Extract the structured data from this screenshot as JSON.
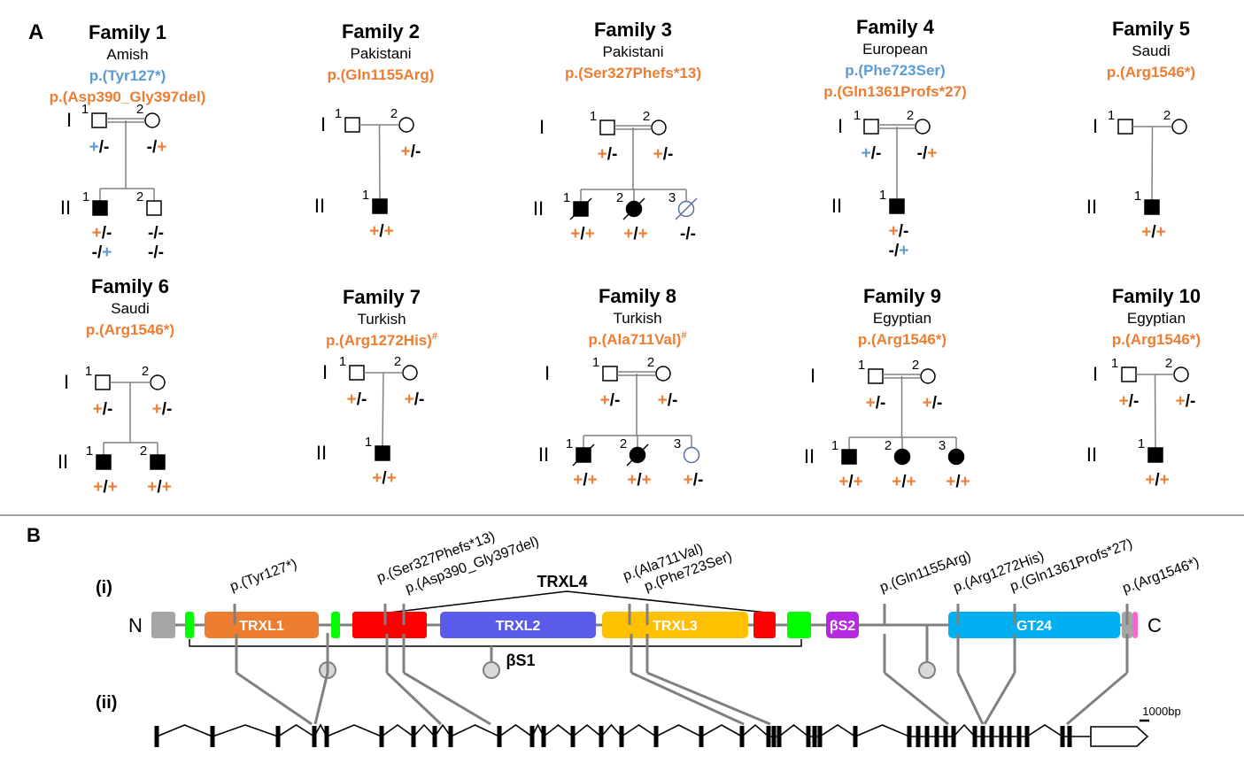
{
  "panel_a": {
    "label": "A",
    "generation_labels": [
      "I",
      "II"
    ],
    "families": [
      {
        "title": "Family 1",
        "origin": "Amish",
        "variants": [
          {
            "text": "p.(Tyr127*)",
            "color": "blue"
          },
          {
            "text": "p.(Asp390_Gly397del)",
            "color": "orange"
          }
        ],
        "parents": [
          {
            "num": "1",
            "geno": [
              [
                "+",
                "blue"
              ],
              [
                "/-",
                "black"
              ]
            ]
          },
          {
            "num": "2",
            "geno": [
              [
                "-/",
                "black"
              ],
              [
                "+",
                "orange"
              ]
            ]
          }
        ],
        "children": [
          {
            "num": "1",
            "affected": true,
            "deceased": false,
            "geno1": [
              [
                "+",
                "orange"
              ],
              [
                "/-",
                "black"
              ]
            ],
            "geno2": [
              [
                "-/",
                "black"
              ],
              [
                "+",
                "blue"
              ]
            ]
          },
          {
            "num": "2",
            "affected": false,
            "deceased": false,
            "geno1": [
              [
                "-/-",
                "black"
              ]
            ],
            "geno2": [
              [
                "-/-",
                "black"
              ]
            ]
          }
        ]
      },
      {
        "title": "Family 2",
        "origin": "Pakistani",
        "variants": [
          {
            "text": "p.(Gln1155Arg)",
            "color": "orange"
          }
        ],
        "parents": [
          {
            "num": "1",
            "geno": []
          },
          {
            "num": "2",
            "geno": [
              [
                "+",
                "orange"
              ],
              [
                "/-",
                "black"
              ]
            ]
          }
        ],
        "children": [
          {
            "num": "1",
            "affected": true,
            "deceased": false,
            "geno1": [
              [
                "+",
                "orange"
              ],
              [
                "/",
                "black"
              ],
              [
                "+",
                "orange"
              ]
            ]
          }
        ]
      },
      {
        "title": "Family 3",
        "origin": "Pakistani",
        "variants": [
          {
            "text": "p.(Ser327Phefs*13)",
            "color": "orange"
          }
        ],
        "parents": [
          {
            "num": "1",
            "geno": [
              [
                "+",
                "orange"
              ],
              [
                "/-",
                "black"
              ]
            ]
          },
          {
            "num": "2",
            "geno": [
              [
                "+",
                "orange"
              ],
              [
                "/-",
                "black"
              ]
            ]
          }
        ],
        "children": [
          {
            "num": "1",
            "affected": true,
            "deceased": true,
            "geno1": [
              [
                "+",
                "orange"
              ],
              [
                "/",
                "black"
              ],
              [
                "+",
                "orange"
              ]
            ]
          },
          {
            "num": "2",
            "affected": true,
            "deceased": true,
            "geno1": [
              [
                "+",
                "orange"
              ],
              [
                "/",
                "black"
              ],
              [
                "+",
                "orange"
              ]
            ]
          },
          {
            "num": "3",
            "affected": false,
            "deceased": true,
            "geno1": [
              [
                "-/-",
                "black"
              ]
            ]
          }
        ]
      },
      {
        "title": "Family 4",
        "origin": "European",
        "variants": [
          {
            "text": "p.(Phe723Ser)",
            "color": "blue"
          },
          {
            "text": "p.(Gln1361Profs*27)",
            "color": "orange"
          }
        ],
        "parents": [
          {
            "num": "1",
            "geno": [
              [
                "+",
                "blue"
              ],
              [
                "/-",
                "black"
              ]
            ]
          },
          {
            "num": "2",
            "geno": [
              [
                "-/",
                "black"
              ],
              [
                "+",
                "orange"
              ]
            ]
          }
        ],
        "children": [
          {
            "num": "1",
            "affected": true,
            "deceased": false,
            "geno1": [
              [
                "+",
                "orange"
              ],
              [
                "/-",
                "black"
              ]
            ],
            "geno2": [
              [
                "-/",
                "black"
              ],
              [
                "+",
                "blue"
              ]
            ]
          }
        ]
      },
      {
        "title": "Family 5",
        "origin": "Saudi",
        "variants": [
          {
            "text": "p.(Arg1546*)",
            "color": "orange"
          }
        ],
        "parents": [
          {
            "num": "1",
            "geno": []
          },
          {
            "num": "2",
            "geno": []
          }
        ],
        "children": [
          {
            "num": "1",
            "affected": true,
            "deceased": false,
            "geno1": [
              [
                "+",
                "orange"
              ],
              [
                "/",
                "black"
              ],
              [
                "+",
                "orange"
              ]
            ]
          }
        ]
      },
      {
        "title": "Family 6",
        "origin": "Saudi",
        "variants": [
          {
            "text": "p.(Arg1546*)",
            "color": "orange"
          }
        ],
        "parents": [
          {
            "num": "1",
            "geno": [
              [
                "+",
                "orange"
              ],
              [
                "/-",
                "black"
              ]
            ]
          },
          {
            "num": "2",
            "geno": [
              [
                "+",
                "orange"
              ],
              [
                "/-",
                "black"
              ]
            ]
          }
        ],
        "children": [
          {
            "num": "1",
            "affected": true,
            "deceased": false,
            "geno1": [
              [
                "+",
                "orange"
              ],
              [
                "/",
                "black"
              ],
              [
                "+",
                "orange"
              ]
            ]
          },
          {
            "num": "2",
            "affected": true,
            "deceased": false,
            "geno1": [
              [
                "+",
                "orange"
              ],
              [
                "/",
                "black"
              ],
              [
                "+",
                "orange"
              ]
            ]
          }
        ]
      },
      {
        "title": "Family 7",
        "origin": "Turkish",
        "variants": [
          {
            "text": "p.(Arg1272His)",
            "sup": "#",
            "color": "orange"
          }
        ],
        "parents": [
          {
            "num": "1",
            "geno": [
              [
                "+",
                "orange"
              ],
              [
                "/-",
                "black"
              ]
            ]
          },
          {
            "num": "2",
            "geno": [
              [
                "+",
                "orange"
              ],
              [
                "/-",
                "black"
              ]
            ]
          }
        ],
        "children": [
          {
            "num": "1",
            "affected": true,
            "deceased": false,
            "geno1": [
              [
                "+",
                "orange"
              ],
              [
                "/",
                "black"
              ],
              [
                "+",
                "orange"
              ]
            ]
          }
        ]
      },
      {
        "title": "Family 8",
        "origin": "Turkish",
        "variants": [
          {
            "text": "p.(Ala711Val)",
            "sup": "#",
            "color": "orange"
          }
        ],
        "parents": [
          {
            "num": "1",
            "geno": [
              [
                "+",
                "orange"
              ],
              [
                "/-",
                "black"
              ]
            ]
          },
          {
            "num": "2",
            "geno": [
              [
                "+",
                "orange"
              ],
              [
                "/-",
                "black"
              ]
            ]
          }
        ],
        "children": [
          {
            "num": "1",
            "affected": true,
            "deceased": true,
            "geno1": [
              [
                "+",
                "orange"
              ],
              [
                "/",
                "black"
              ],
              [
                "+",
                "orange"
              ]
            ]
          },
          {
            "num": "2",
            "affected": true,
            "deceased": true,
            "geno1": [
              [
                "+",
                "orange"
              ],
              [
                "/",
                "black"
              ],
              [
                "+",
                "orange"
              ]
            ]
          },
          {
            "num": "3",
            "affected": false,
            "deceased": false,
            "geno1": [
              [
                "+",
                "orange"
              ],
              [
                "/-",
                "black"
              ]
            ]
          }
        ]
      },
      {
        "title": "Family 9",
        "origin": "Egyptian",
        "variants": [
          {
            "text": "p.(Arg1546*)",
            "color": "orange"
          }
        ],
        "parents": [
          {
            "num": "1",
            "geno": [
              [
                "+",
                "orange"
              ],
              [
                "/-",
                "black"
              ]
            ]
          },
          {
            "num": "2",
            "geno": [
              [
                "+",
                "orange"
              ],
              [
                "/-",
                "black"
              ]
            ]
          }
        ],
        "children": [
          {
            "num": "1",
            "affected": true,
            "deceased": false,
            "geno1": [
              [
                "+",
                "orange"
              ],
              [
                "/",
                "black"
              ],
              [
                "+",
                "orange"
              ]
            ]
          },
          {
            "num": "2",
            "affected": true,
            "deceased": false,
            "geno1": [
              [
                "+",
                "orange"
              ],
              [
                "/",
                "black"
              ],
              [
                "+",
                "orange"
              ]
            ]
          },
          {
            "num": "3",
            "affected": true,
            "deceased": false,
            "geno1": [
              [
                "+",
                "orange"
              ],
              [
                "/",
                "black"
              ],
              [
                "+",
                "orange"
              ]
            ]
          }
        ]
      },
      {
        "title": "Family 10",
        "origin": "Egyptian",
        "variants": [
          {
            "text": "p.(Arg1546*)",
            "color": "orange"
          }
        ],
        "parents": [
          {
            "num": "1",
            "geno": [
              [
                "+",
                "orange"
              ],
              [
                "/-",
                "black"
              ]
            ]
          },
          {
            "num": "2",
            "geno": [
              [
                "+",
                "orange"
              ],
              [
                "/-",
                "black"
              ]
            ]
          }
        ],
        "children": [
          {
            "num": "1",
            "affected": true,
            "deceased": false,
            "geno1": [
              [
                "+",
                "orange"
              ],
              [
                "/",
                "black"
              ],
              [
                "+",
                "orange"
              ]
            ]
          }
        ]
      }
    ]
  },
  "panel_b": {
    "label": "B",
    "row_i_label": "(i)",
    "row_ii_label": "(ii)",
    "n_terminus": "N",
    "c_terminus": "C",
    "domains": [
      {
        "label": "TRXL1",
        "color": "#ED7D31"
      },
      {
        "label": "TRXL2",
        "color": "#5B5BEB"
      },
      {
        "label": "TRXL3",
        "color": "#FFC000"
      },
      {
        "label": "βS2",
        "color": "#B629E0"
      },
      {
        "label": "GT24",
        "color": "#00B0F0"
      }
    ],
    "trxl4_label": "TRXL4",
    "bs1_label": "βS1",
    "variant_labels": [
      "p.(Tyr127*)",
      "p.(Ser327Phefs*13)",
      "p.(Asp390_Gly397del)",
      "p.(Ala711Val)",
      "p.(Phe723Ser)",
      "p.(Gln1155Arg)",
      "p.(Arg1272His)",
      "p.(Gln1361Profs*27)",
      "p.(Arg1546*)"
    ],
    "scale_label": "1000bp"
  },
  "colors": {
    "orange": "#ED7D31",
    "blue": "#5B9BD5",
    "black": "#000000",
    "red": "#FF0000",
    "green": "#00FF00",
    "gray": "#A6A6A6",
    "pink": "#FF66CC",
    "line": "#808080"
  }
}
